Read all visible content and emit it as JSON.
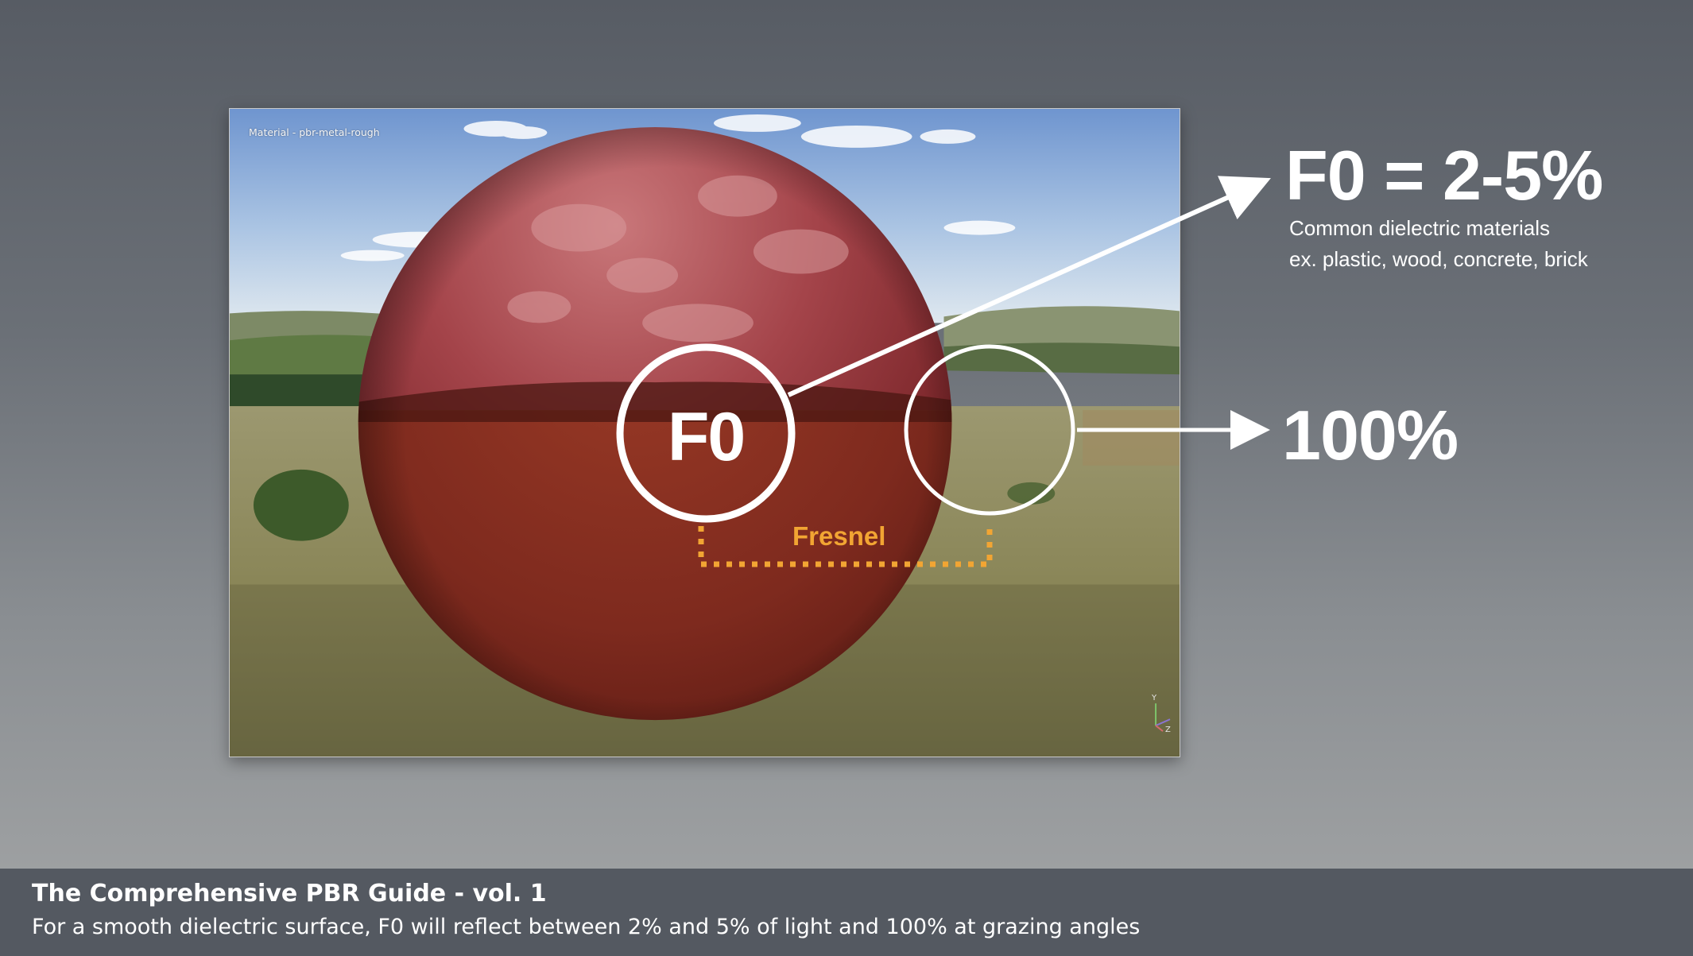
{
  "viewport": {
    "material_label": "Material - pbr-metal-rough",
    "axis_labels": {
      "y": "Y",
      "z": "Z"
    }
  },
  "annotations": {
    "f0_circle_label": "F0",
    "fresnel_label": "Fresnel",
    "f0_value": "F0 = 2-5%",
    "f0_description_line1": "Common dielectric materials",
    "f0_description_line2": "ex. plastic, wood, concrete, brick",
    "grazing_value": "100%"
  },
  "caption": {
    "title": "The Comprehensive PBR Guide - vol. 1",
    "text": "For a smooth dielectric surface, F0 will reflect between 2% and 5% of light and 100% at grazing angles"
  },
  "colors": {
    "background_top": "#575c64",
    "caption_bar": "#545961",
    "fresnel_accent": "#f2a533",
    "sphere_base": "#8a2a22",
    "annotation_white": "#ffffff"
  }
}
